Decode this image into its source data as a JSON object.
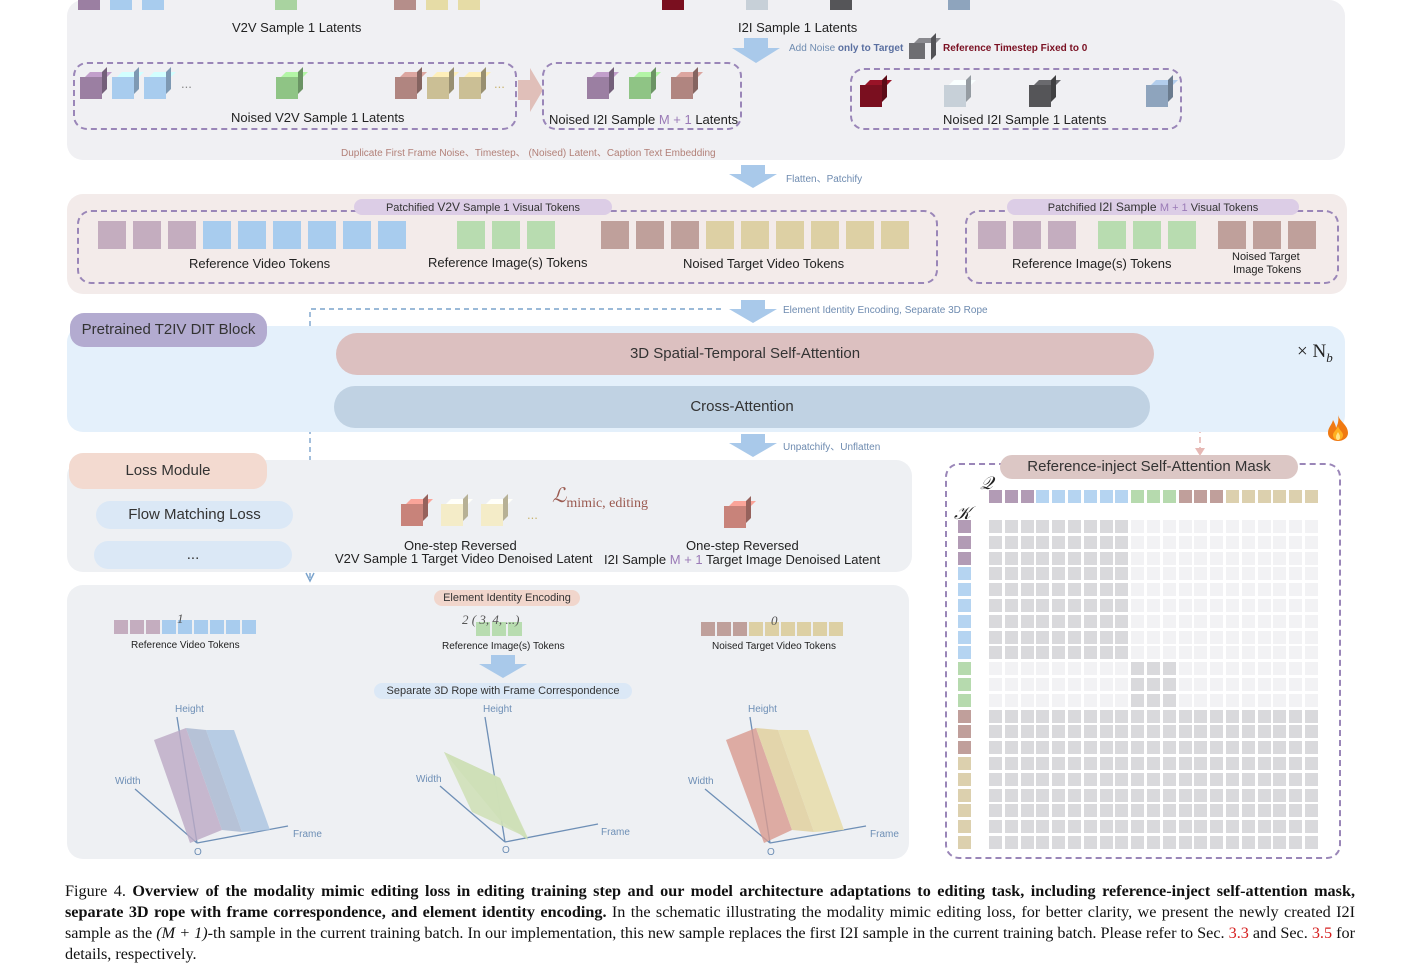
{
  "top": {
    "v2v_latents_label": "V2V Sample 1 Latents",
    "i2i_latents_label": "I2I Sample 1 Latents",
    "add_noise_prefix": "Add Noise ",
    "add_noise_bold": "only to Target",
    "ref_timestep": "Reference Timestep Fixed to 0",
    "noised_v2v": "Noised V2V Sample 1 Latents",
    "ellipsis": "...",
    "noised_i2i_m1_a": "Noised I2I Sample ",
    "noised_i2i_m1_b": "M + 1",
    "noised_i2i_m1_c": " Latents",
    "noised_i2i_1": "Noised I2I Sample 1 Latents",
    "duplicate_note": "Duplicate First Frame Noise、Timestep、 (Noised) Latent、Caption Text Embedding"
  },
  "flatten_label": "Flatten、Patchify",
  "tokens": {
    "v2v_header_a": "Patchified ",
    "v2v_header_b": "V2V",
    "v2v_header_c": " Sample 1 Visual Tokens",
    "ref_video": "Reference Video Tokens",
    "ref_images": "Reference Image(s)  Tokens",
    "noised_target_video": "Noised Target Video Tokens",
    "i2i_header_a": "Patchified ",
    "i2i_header_b": "I2I Sample ",
    "i2i_header_c": "M + 1",
    "i2i_header_d": " Visual Tokens",
    "ref_images_2": "Reference Image(s)  Tokens",
    "noised_target_image_1": "Noised Target",
    "noised_target_image_2": "Image Tokens"
  },
  "element_identity_label": "Element Identity Encoding, Separate 3D Rope",
  "dit": {
    "block_label": "Pretrained T2IV DIT Block",
    "self_attn": "3D Spatial-Temporal Self-Attention",
    "cross_attn": "Cross-Attention",
    "times_nb": "× N",
    "nb_sub": "b",
    "fire_icon": "fire-icon"
  },
  "unpatchify_label": "Unpatchify、Unflatten",
  "loss": {
    "module": "Loss Module",
    "flow": "Flow Matching Loss",
    "more": "...",
    "mimic_L": "ℒ",
    "mimic_sub": "mimic, editing",
    "left_1": "One-step Reversed",
    "left_2": "V2V Sample 1 Target Video Denoised Latent",
    "right_1": "One-step Reversed",
    "right_2a": "I2I Sample ",
    "right_2b": "M + 1",
    "right_2c": " Target Image Denoised Latent",
    "ellipsis": "..."
  },
  "mask": {
    "title": "Reference-inject Self-Attention Mask",
    "q": "𝒬",
    "k": "𝒦"
  },
  "bottom": {
    "eie_label": "Element Identity Encoding",
    "ref_video": "Reference Video Tokens",
    "ref_images": "Reference Image(s)  Tokens",
    "noised_target": "Noised Target Video Tokens",
    "id_1": "1",
    "id_2": "2 ( 3, 4, ...)",
    "id_0": "0",
    "rope_label": "Separate 3D Rope with Frame Correspondence",
    "height": "Height",
    "width": "Width",
    "frame": "Frame",
    "origin": "O"
  },
  "caption": {
    "fig": "Figure 4. ",
    "bold": "Overview of the modality mimic editing loss in editing training step and our model architecture adaptations to editing task, including reference-inject self-attention mask, separate 3D rope with frame correspondence, and element identity encoding.",
    "t1": " In the schematic illustrating the modality mimic editing loss, for better clarity, we present the newly created I2I sample as the ",
    "math": "(M + 1)",
    "t2": "-th sample in the current training batch. In our implementation, this new sample replaces the first I2I sample in the current training batch. Please refer to Sec. ",
    "ref1": "3.3",
    "t3": " and Sec. ",
    "ref2": "3.5",
    "t4": " for details, respectively."
  },
  "colors": {
    "purple": "#a58aa8",
    "blue": "#a8ccee",
    "green": "#a9d3a0",
    "brown": "#b58e8a",
    "tan": "#d6c8a0",
    "maroon": "#7a0f1f",
    "gray_light": "#c7d0d8",
    "gray_dark": "#555558",
    "slate": "#8ea4bd"
  }
}
